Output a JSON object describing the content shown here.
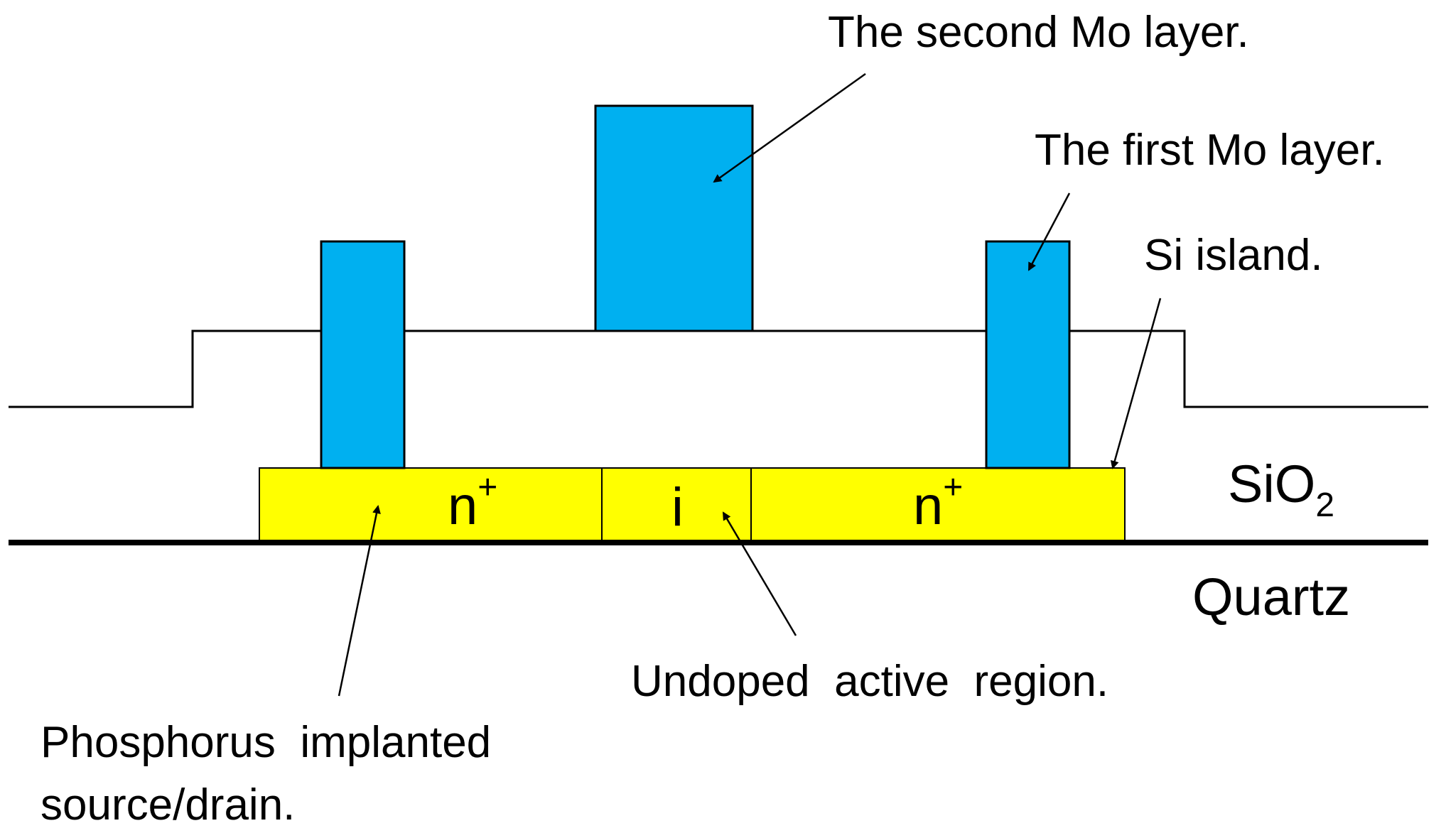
{
  "colors": {
    "mo_fill": "#00B0F0",
    "si_fill": "#FFFF00",
    "stroke": "#000000",
    "background": "#FFFFFF"
  },
  "labels": {
    "second_mo": "The second Mo layer.",
    "first_mo": "The first Mo layer.",
    "si_island": "Si island.",
    "sio2_main": "SiO",
    "sio2_sub": "2",
    "quartz": "Quartz",
    "undoped": "Undoped  active  region.",
    "phosphorus_line1": "Phosphorus  implanted",
    "phosphorus_line2": "source/drain."
  },
  "regions": {
    "left_n": "n",
    "left_n_sup": "+",
    "center_i": "i",
    "right_n": "n",
    "right_n_sup": "+"
  }
}
